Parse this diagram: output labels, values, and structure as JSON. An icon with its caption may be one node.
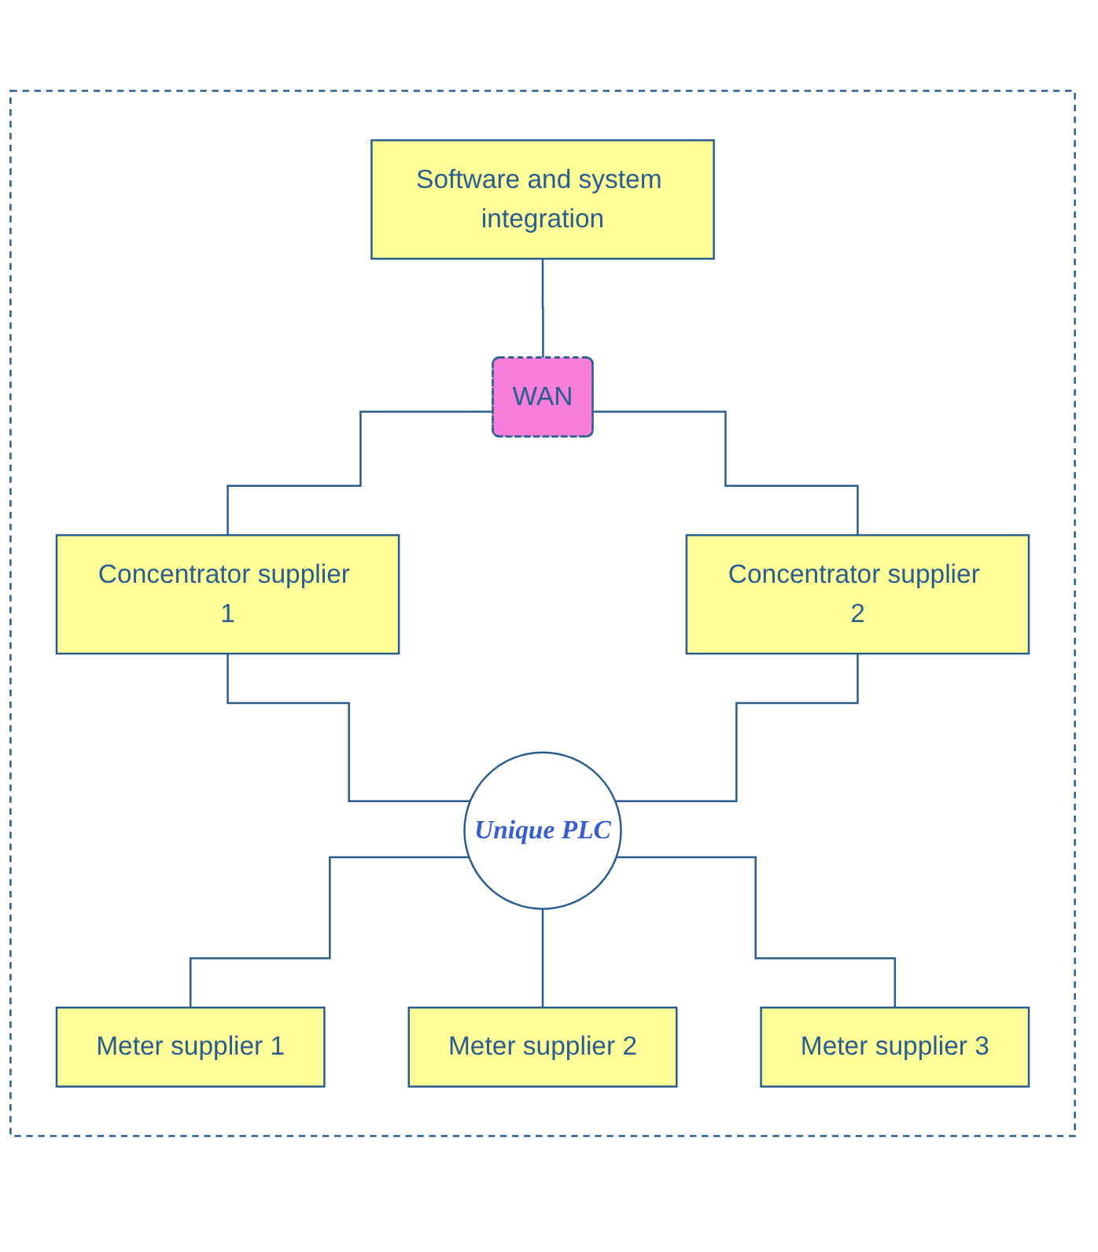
{
  "diagram": {
    "nodes": [
      {
        "text": [],
        "shape": "box"
      },
      {
        "text": [
          "Software and system integration"
        ],
        "in": 0
      },
      {
        "text": [
          "WAN"
        ],
        "in": 0
      },
      {
        "text": [
          "Concentrator supplier 1"
        ],
        "in": 0
      },
      {
        "text": [
          "Concentrator supplier 2"
        ],
        "in": 0
      },
      {
        "text": [
          "Unique PLC"
        ],
        "in": 0
      },
      {
        "text": [
          "Meter supplier 1"
        ],
        "in": 0
      },
      {
        "text": [
          "Meter supplier 2"
        ],
        "in": 0
      },
      {
        "text": [
          "Meter supplier 3"
        ],
        "in": 0
      }
    ],
    "edges": [
      {
        "from": 1,
        "to": 2,
        "arrow": "none"
      },
      {
        "from": 2,
        "to": 3,
        "arrow": "none"
      },
      {
        "from": 2,
        "to": 4,
        "arrow": "none"
      },
      {
        "from": 3,
        "to": 5,
        "arrow": "none"
      },
      {
        "from": 4,
        "to": 5,
        "arrow": "none"
      },
      {
        "from": 5,
        "to": 6,
        "arrow": "none"
      },
      {
        "from": 5,
        "to": 7,
        "arrow": "none"
      },
      {
        "from": 5,
        "to": 8,
        "arrow": "none"
      }
    ]
  }
}
